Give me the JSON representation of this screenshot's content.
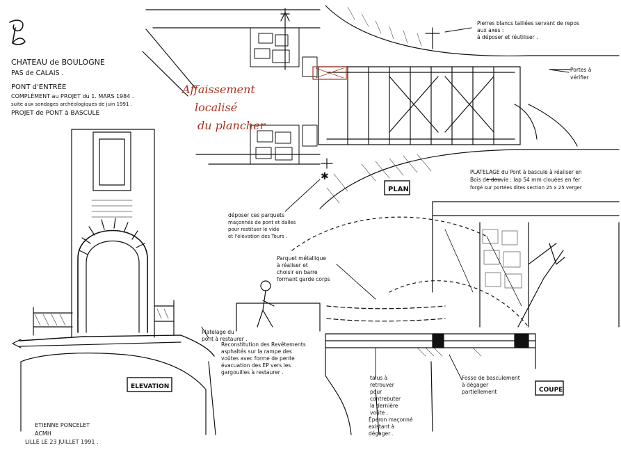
{
  "title_block": {
    "line1": "CHATEAU de BOULOGNE",
    "line2": "PAS de CALAIS .",
    "line3": "PONT d'ENTRÉE",
    "line4": "COMPLÉMENT au PROJET du 1. MARS 1984 .",
    "line5": "suite aux sondages archéologiques de juin 1991 .",
    "line6": "PROJET de PONT à BASCULE"
  },
  "views": {
    "plan": "PLAN",
    "elevation": "ELEVATION",
    "coupe": "COUPE"
  },
  "red_note": {
    "line1": "Affaissement",
    "line2": "localisé",
    "line3": "du plancher"
  },
  "notes": {
    "pierres_line1": "Pierres blancs taillées servant de repos",
    "pierres_line2": "aux axes :",
    "pierres_line3": "à déposer et réutiliser .",
    "portes_line1": "Portes à",
    "portes_line2": "vérifier",
    "platelage_line1": "PLATELAGE du Pont à bascule à réaliser en",
    "platelage_line2": "Bois de douvie : lap 54 mm clouées en fer",
    "platelage_line3": "forgé sur portées dites section 25 x 25 verger",
    "deposer_line1": "déposer ces parquets",
    "deposer_line2": "maçonnés de pont et dalles",
    "deposer_line3": "pour restituer le vide",
    "deposer_line4": "et l'élévation des Tours .",
    "parquet_line1": "Parquet métallique",
    "parquet_line2": "à réaliser et",
    "parquet_line3": "choisir en barre",
    "parquet_line4": "formant garde corps",
    "platelage_pont_line1": "Platelage du",
    "platelage_pont_line2": "pont à restaurer .",
    "restitution_line1": "Reconstitution des Revêtements",
    "restitution_line2": "asphaltés sur la rampe des",
    "restitution_line3": "voûtes avec forme de pente",
    "restitution_line4": "évacuation des EP vers les",
    "restitution_line5": "gargouilles à restaurer .",
    "talus_line1": "talus à",
    "talus_line2": "retrouver",
    "talus_line3": "pour",
    "talus_line4": "contrebuter",
    "talus_line5": "la dernière",
    "talus_line6": "voûte .",
    "eperon_line1": "Éperon maçonné",
    "eperon_line2": "existant à",
    "eperon_line3": "dégager .",
    "fosse_line1": "Fosse de basculement",
    "fosse_line2": "à dégager",
    "fosse_line3": "partiellement"
  },
  "signature": {
    "line1": "ETIENNE PONCELET",
    "line2": "ACMH",
    "line3": "LILLE LE 23 JUILLET 1991 ."
  }
}
